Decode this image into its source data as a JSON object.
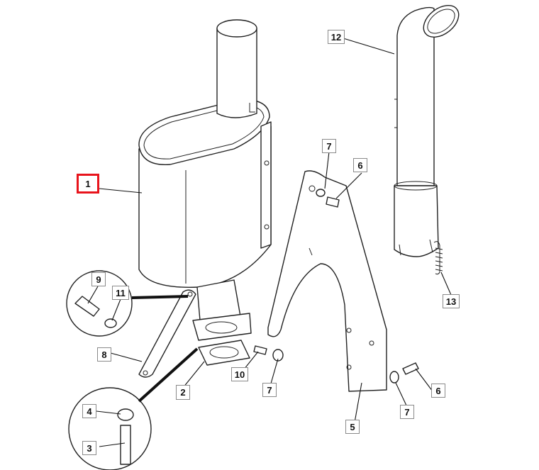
{
  "callouts": [
    {
      "id": "c1",
      "label": "1",
      "selected": true
    },
    {
      "id": "c2",
      "label": "2"
    },
    {
      "id": "c3",
      "label": "3"
    },
    {
      "id": "c4",
      "label": "4"
    },
    {
      "id": "c5",
      "label": "5"
    },
    {
      "id": "c6a",
      "label": "6"
    },
    {
      "id": "c6b",
      "label": "6"
    },
    {
      "id": "c7a",
      "label": "7"
    },
    {
      "id": "c7b",
      "label": "7"
    },
    {
      "id": "c7c",
      "label": "7"
    },
    {
      "id": "c8",
      "label": "8"
    },
    {
      "id": "c9",
      "label": "9"
    },
    {
      "id": "c10",
      "label": "10"
    },
    {
      "id": "c11",
      "label": "11"
    },
    {
      "id": "c12",
      "label": "12"
    },
    {
      "id": "c13",
      "label": "13"
    }
  ],
  "colors": {
    "selected_border": "#e8141c",
    "line": "#222222",
    "box_border": "#8a8a8a"
  }
}
